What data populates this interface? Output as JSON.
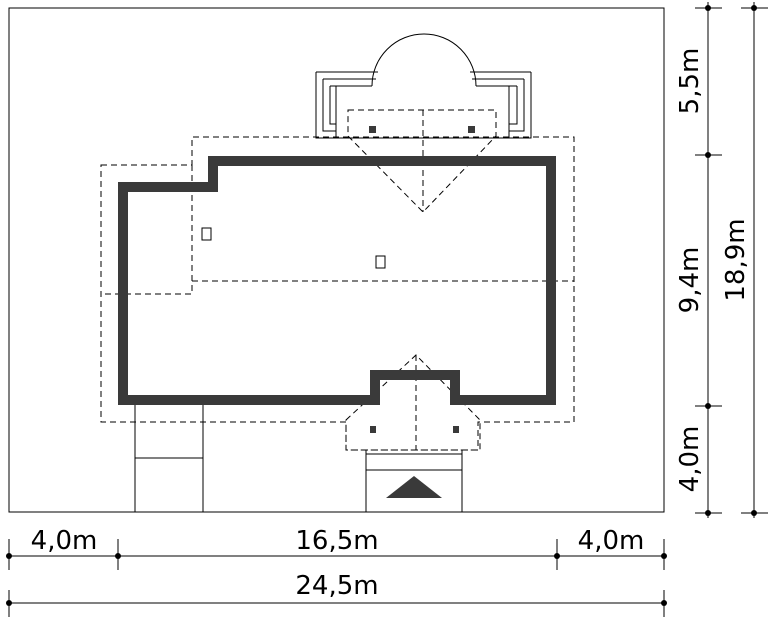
{
  "dimensions": {
    "width_left": "4,0m",
    "width_middle": "16,5m",
    "width_right": "4,0m",
    "width_total": "24,5m",
    "height_top": "5,5m",
    "height_middle": "9,4m",
    "height_bottom": "4,0m",
    "height_total": "18,9m"
  },
  "colors": {
    "wall": "#3a3a3a",
    "line": "#000000",
    "background": "#ffffff"
  }
}
